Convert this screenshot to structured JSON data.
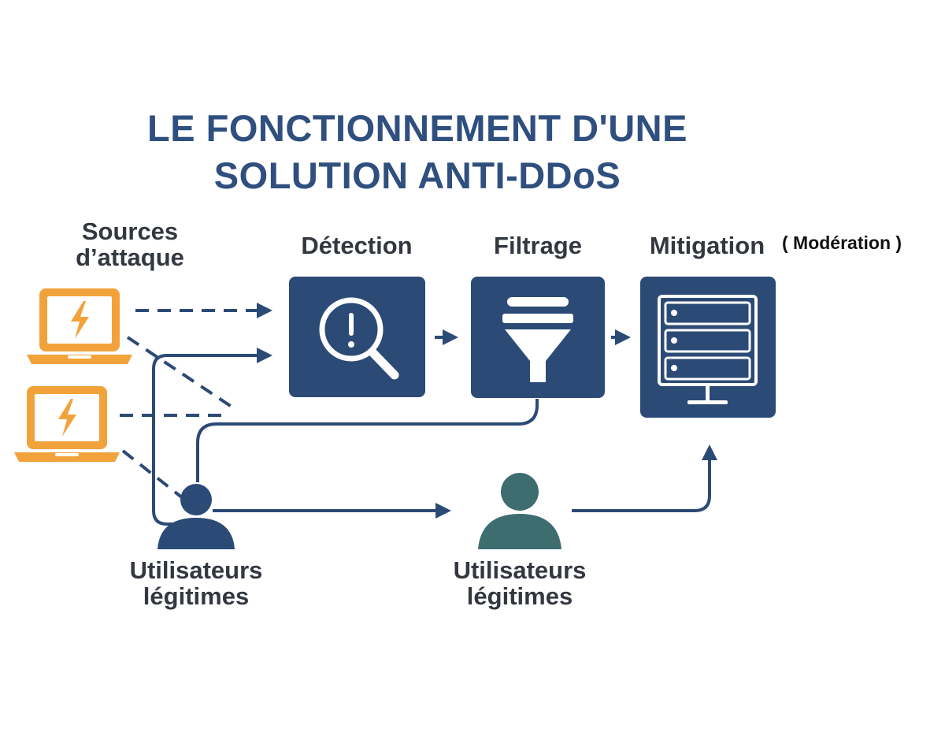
{
  "title": {
    "line1": "LE FONCTIONNEMENT D'UNE",
    "line2": "SOLUTION ANTI-DDoS"
  },
  "labels": {
    "sources_line1": "Sources",
    "sources_line2": "d’attaque",
    "detection": "Détection",
    "filtering": "Filtrage",
    "mitigation": "Mitigation",
    "mitigation_note": "( Modération )",
    "users_left_line1": "Utilisateurs",
    "users_left_line2": "légitimes",
    "users_right_line1": "Utilisateurs",
    "users_right_line2": "légitimes"
  },
  "colors": {
    "title": "#2f4f7f",
    "box": "#2c4a76",
    "attacker": "#f2a23a",
    "user_left": "#2c4a76",
    "user_right": "#3e6d70",
    "text": "#333840"
  },
  "icons": {
    "attack_source": "laptop-lightning-icon",
    "detection": "magnifier-exclamation-icon",
    "filtering": "funnel-icon",
    "mitigation": "server-monitor-icon",
    "user": "person-icon"
  }
}
